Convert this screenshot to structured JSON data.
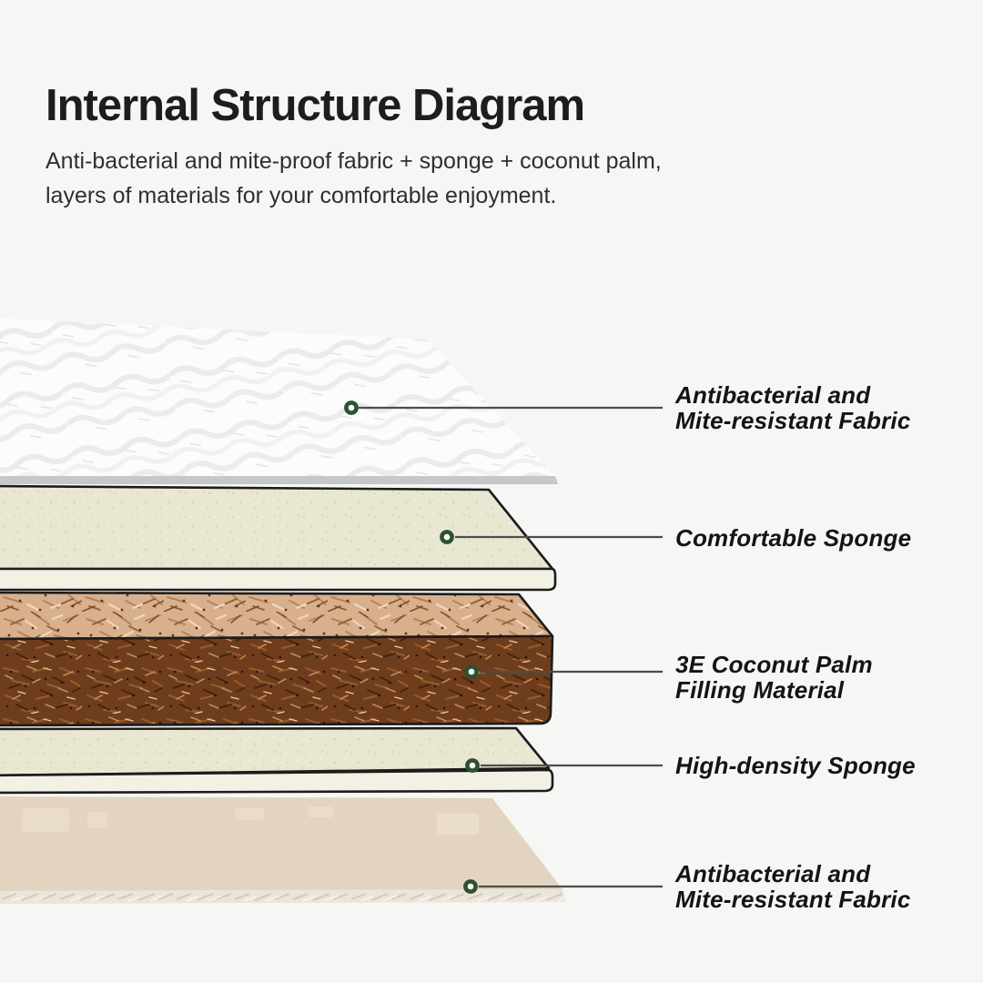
{
  "header": {
    "title": "Internal Structure Diagram",
    "subtitle_line1": "Anti-bacterial and mite-proof fabric + sponge + coconut palm,",
    "subtitle_line2": "layers of materials for your comfortable enjoyment."
  },
  "diagram": {
    "layers": [
      {
        "id": "top-antibacterial-fabric",
        "label": "Antibacterial and\nMite-resistant Fabric"
      },
      {
        "id": "comfortable-sponge",
        "label": "Comfortable Sponge"
      },
      {
        "id": "coconut-palm-filling",
        "label": "3E Coconut Palm\nFilling Material"
      },
      {
        "id": "high-density-sponge",
        "label": "High-density Sponge"
      },
      {
        "id": "bottom-antibacterial-fabric",
        "label": "Antibacterial and\nMite-resistant Fabric"
      }
    ],
    "colors": {
      "background": "#f6f6f4",
      "marker_ring": "#2d5130",
      "leader_line": "#4d4d4d",
      "quilted_fabric": "#fcfcfd",
      "fabric_edge_gray": "#c7c7ca",
      "sponge_top": "#e9e7d2",
      "sponge_front": "#f3f1e3",
      "coconut_top": "#d9b08e",
      "coconut_front": "#6e3d1d",
      "bottom_fabric": "#e2d4c0",
      "bottom_fabric_edge": "#ebe5d9",
      "outline": "#1c1c1c"
    }
  }
}
